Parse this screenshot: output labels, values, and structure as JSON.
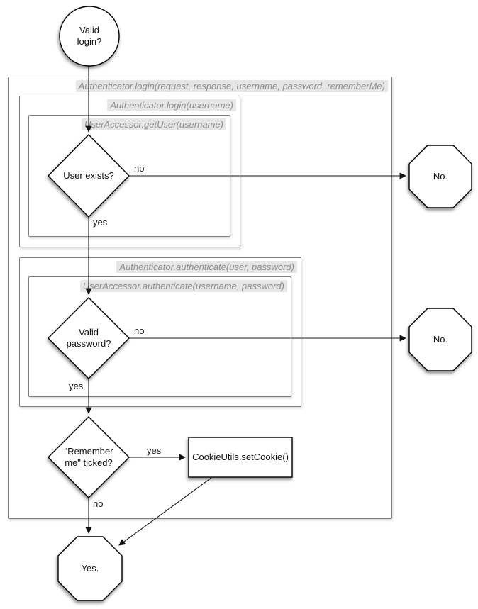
{
  "diagram": {
    "start": {
      "label": "Valid\nlogin?"
    },
    "containers": {
      "main": {
        "label": "Authenticator.login(request, response, username, password, rememberMe)"
      },
      "login": {
        "label": "Authenticator.login(username)"
      },
      "get_user": {
        "label": "UserAccessor.getUser(username)"
      },
      "authenticate": {
        "label": "Authenticator.authenticate(user, password)"
      },
      "ua_authenticate": {
        "label": "UserAccessor.authenticate(username, password)"
      }
    },
    "decisions": {
      "user_exists": {
        "label": "User exists?"
      },
      "valid_password": {
        "label": "Valid\npassword?"
      },
      "remember_me": {
        "label": "\"Remember\nme\" ticked?"
      }
    },
    "process": {
      "set_cookie": {
        "label": "CookieUtils.setCookie()"
      }
    },
    "terminals": {
      "no_user": {
        "label": "No."
      },
      "no_password": {
        "label": "No."
      },
      "yes": {
        "label": "Yes."
      }
    },
    "edge_labels": {
      "user_exists_no": "no",
      "user_exists_yes": "yes",
      "valid_password_no": "no",
      "valid_password_yes": "yes",
      "remember_me_yes": "yes",
      "remember_me_no": "no"
    },
    "colors": {
      "line": "#1a1a1a",
      "node_stroke": "#000000",
      "node_fill": "#ffffff",
      "container_border": "#7f7f7f",
      "container_label_text": "#8c8c8c",
      "container_label_bg": "#e6e6e6"
    }
  }
}
